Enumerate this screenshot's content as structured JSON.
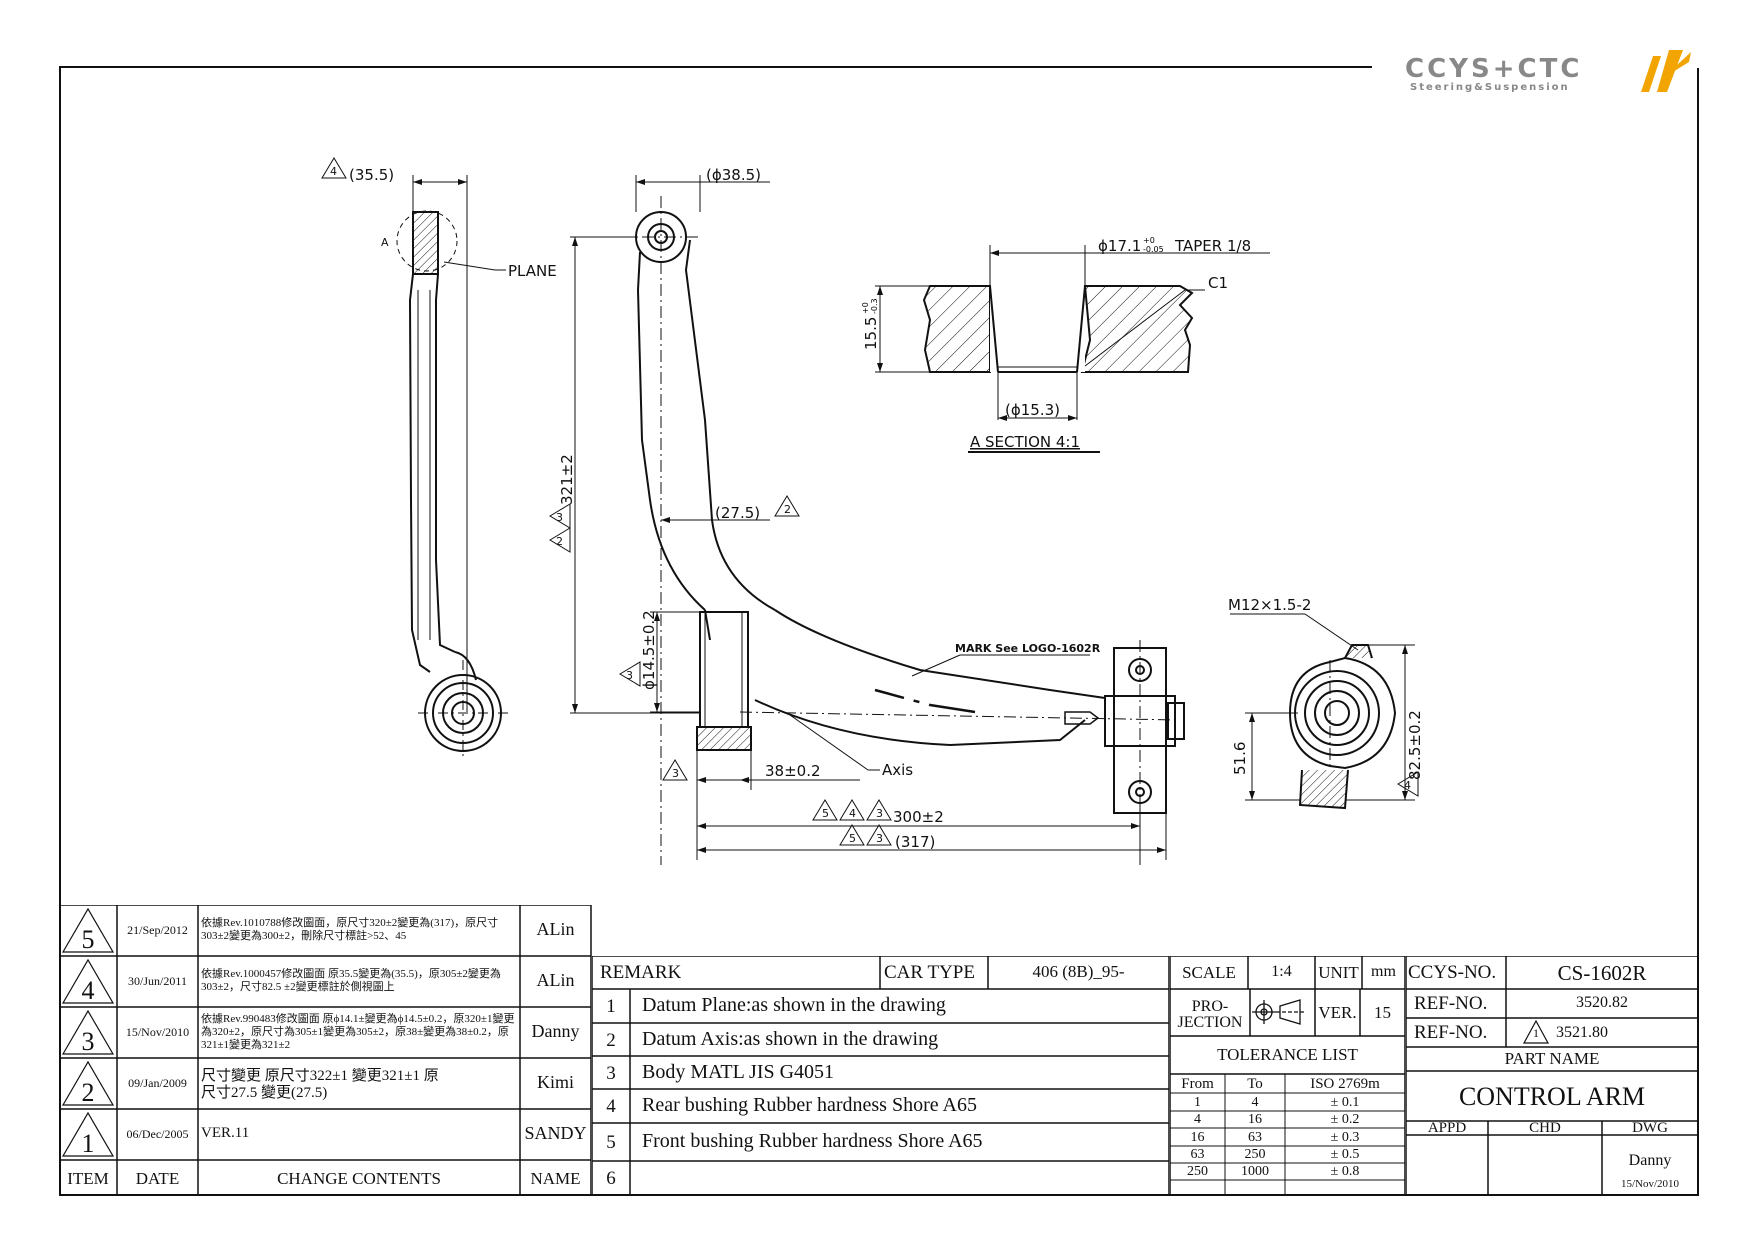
{
  "logo": {
    "name": "CCYS+CTC",
    "tagline": "Steering&Suspension"
  },
  "drawing": {
    "side_view": {
      "dim_width": "(35.5)",
      "dim_width_rev": "4",
      "label_plane": "PLANE",
      "label_a": "A"
    },
    "front_view": {
      "dim_top": "(ϕ38.5)",
      "dim_height": "321±2",
      "dim_height_revs": [
        "2",
        "3"
      ],
      "dim_275": "(27.5)",
      "dim_275_rev": "2",
      "dim_145": "ϕ14.5±0.2",
      "dim_145_rev": "3",
      "dim_38": "38±0.2",
      "dim_38_rev": "3",
      "axis_label": "Axis",
      "mark_label": "MARK See LOGO-1602R",
      "dim_300": "300±2",
      "dim_300_revs": [
        "5",
        "4",
        "3"
      ],
      "dim_317": "(317)",
      "dim_317_revs": [
        "5",
        "3"
      ]
    },
    "section": {
      "dim_top": "ϕ17.1",
      "dim_top_tol_upper": "+0",
      "dim_top_tol_lower": "-0.05",
      "taper": "TAPER 1/8",
      "chamfer": "C1",
      "dim_height": "15.5",
      "dim_height_tol_upper": "+0",
      "dim_height_tol_lower": "-0.3",
      "dim_bottom": "(ϕ15.3)",
      "title": "A SECTION 4:1"
    },
    "end_view": {
      "thread": "M12×1.5-2",
      "dim_516": "51.6",
      "dim_825": "82.5±0.2",
      "dim_825_rev": "4"
    }
  },
  "revisions": [
    {
      "item": "5",
      "date": "21/Sep/2012",
      "content": "依據Rev.1010788修改圖面，原尺寸320±2變更為(317)，原尺寸303±2變更為300±2，刪除尺寸標註>52、45",
      "name": "ALin"
    },
    {
      "item": "4",
      "date": "30/Jun/2011",
      "content": "依據Rev.1000457修改圖面 原35.5變更為(35.5)，原305±2變更為303±2，尺寸82.5 ±2變更標註於側視圖上",
      "name": "ALin"
    },
    {
      "item": "3",
      "date": "15/Nov/2010",
      "content": "依據Rev.990483修改圖面 原ϕ14.1±變更為ϕ14.5±0.2，原320±1變更為320±2，原尺寸為305±1變更為305±2，原38±變更為38±0.2，原321±1變更為321±2",
      "name": "Danny"
    },
    {
      "item": "2",
      "date": "09/Jan/2009",
      "content": "尺寸變更 原尺寸322±1 變更321±1 原尺寸27.5 變更(27.5)",
      "name": "Kimi"
    },
    {
      "item": "1",
      "date": "06/Dec/2005",
      "content": "VER.11",
      "name": "SANDY"
    }
  ],
  "rev_header": {
    "item": "ITEM",
    "date": "DATE",
    "content": "CHANGE CONTENTS",
    "name": "NAME"
  },
  "remarks": {
    "header": "REMARK",
    "car_type_label": "CAR TYPE",
    "car_type_value": "406 (8B)_95-",
    "items": [
      {
        "no": "1",
        "text": "Datum Plane:as shown in the drawing"
      },
      {
        "no": "2",
        "text": "Datum Axis:as shown in the drawing"
      },
      {
        "no": "3",
        "text": "Body MATL JIS G4051"
      },
      {
        "no": "4",
        "text": "Rear bushing Rubber hardness Shore A65"
      },
      {
        "no": "5",
        "text": "Front bushing Rubber hardness Shore A65"
      },
      {
        "no": "6",
        "text": ""
      }
    ]
  },
  "spec": {
    "scale_label": "SCALE",
    "scale_value": "1:4",
    "unit_label": "UNIT",
    "unit_value": "mm",
    "projection_label": "PRO-\nJECTION",
    "ver_label": "VER.",
    "ver_value": "15",
    "tolerance_title": "TOLERANCE LIST",
    "tol_header": [
      "From",
      "To",
      "ISO 2769m"
    ],
    "tolerances": [
      [
        "1",
        "4",
        "± 0.1"
      ],
      [
        "4",
        "16",
        "± 0.2"
      ],
      [
        "16",
        "63",
        "± 0.3"
      ],
      [
        "63",
        "250",
        "± 0.5"
      ],
      [
        "250",
        "1000",
        "± 0.8"
      ]
    ]
  },
  "title_block": {
    "ccys_no_label": "CCYS-NO.",
    "ccys_no_value": "CS-1602R",
    "ref_no_label": "REF-NO.",
    "ref_no_value": "3520.82",
    "ref_no2_label": "REF-NO.",
    "ref_no2_value": "3521.80",
    "ref_no2_rev": "1",
    "part_name_label": "PART NAME",
    "part_name_value": "CONTROL ARM",
    "appd_label": "APPD",
    "chd_label": "CHD",
    "dwg_label": "DWG",
    "dwg_name": "Danny",
    "dwg_date": "15/Nov/2010"
  }
}
